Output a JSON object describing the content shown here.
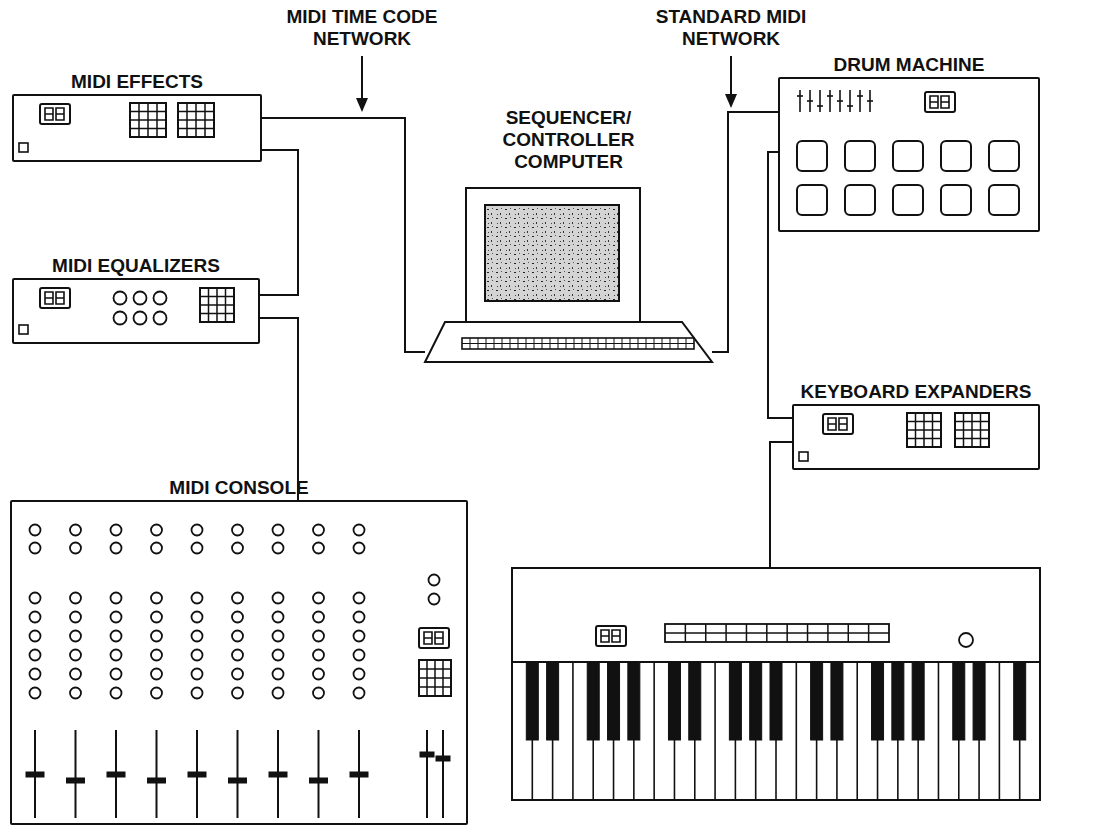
{
  "diagram": {
    "nodes": [
      {
        "text": [
          "MIDI EFFECTS"
        ]
      },
      {
        "text": [
          "SEQUENCER/ CONTROLLER COMPUTER"
        ]
      },
      {
        "text": [
          "DRUM MACHINE"
        ]
      },
      {
        "text": [
          "MIDI EQUALIZERS"
        ]
      },
      {
        "text": [
          "KEYBOARD EXPANDERS"
        ]
      },
      {
        "text": [
          "MIDI CONSOLE"
        ]
      }
    ],
    "edges": [
      {
        "from": 0,
        "to": 1,
        "arrow": "none"
      },
      {
        "from": 0,
        "to": 3,
        "arrow": "none"
      },
      {
        "from": 3,
        "to": 5,
        "arrow": "none"
      },
      {
        "from": 1,
        "to": 2,
        "arrow": "none"
      },
      {
        "from": 2,
        "to": 4,
        "arrow": "none"
      }
    ],
    "labels": [
      "MIDI TIME CODE NETWORK",
      "STANDARD MIDI NETWORK"
    ]
  }
}
